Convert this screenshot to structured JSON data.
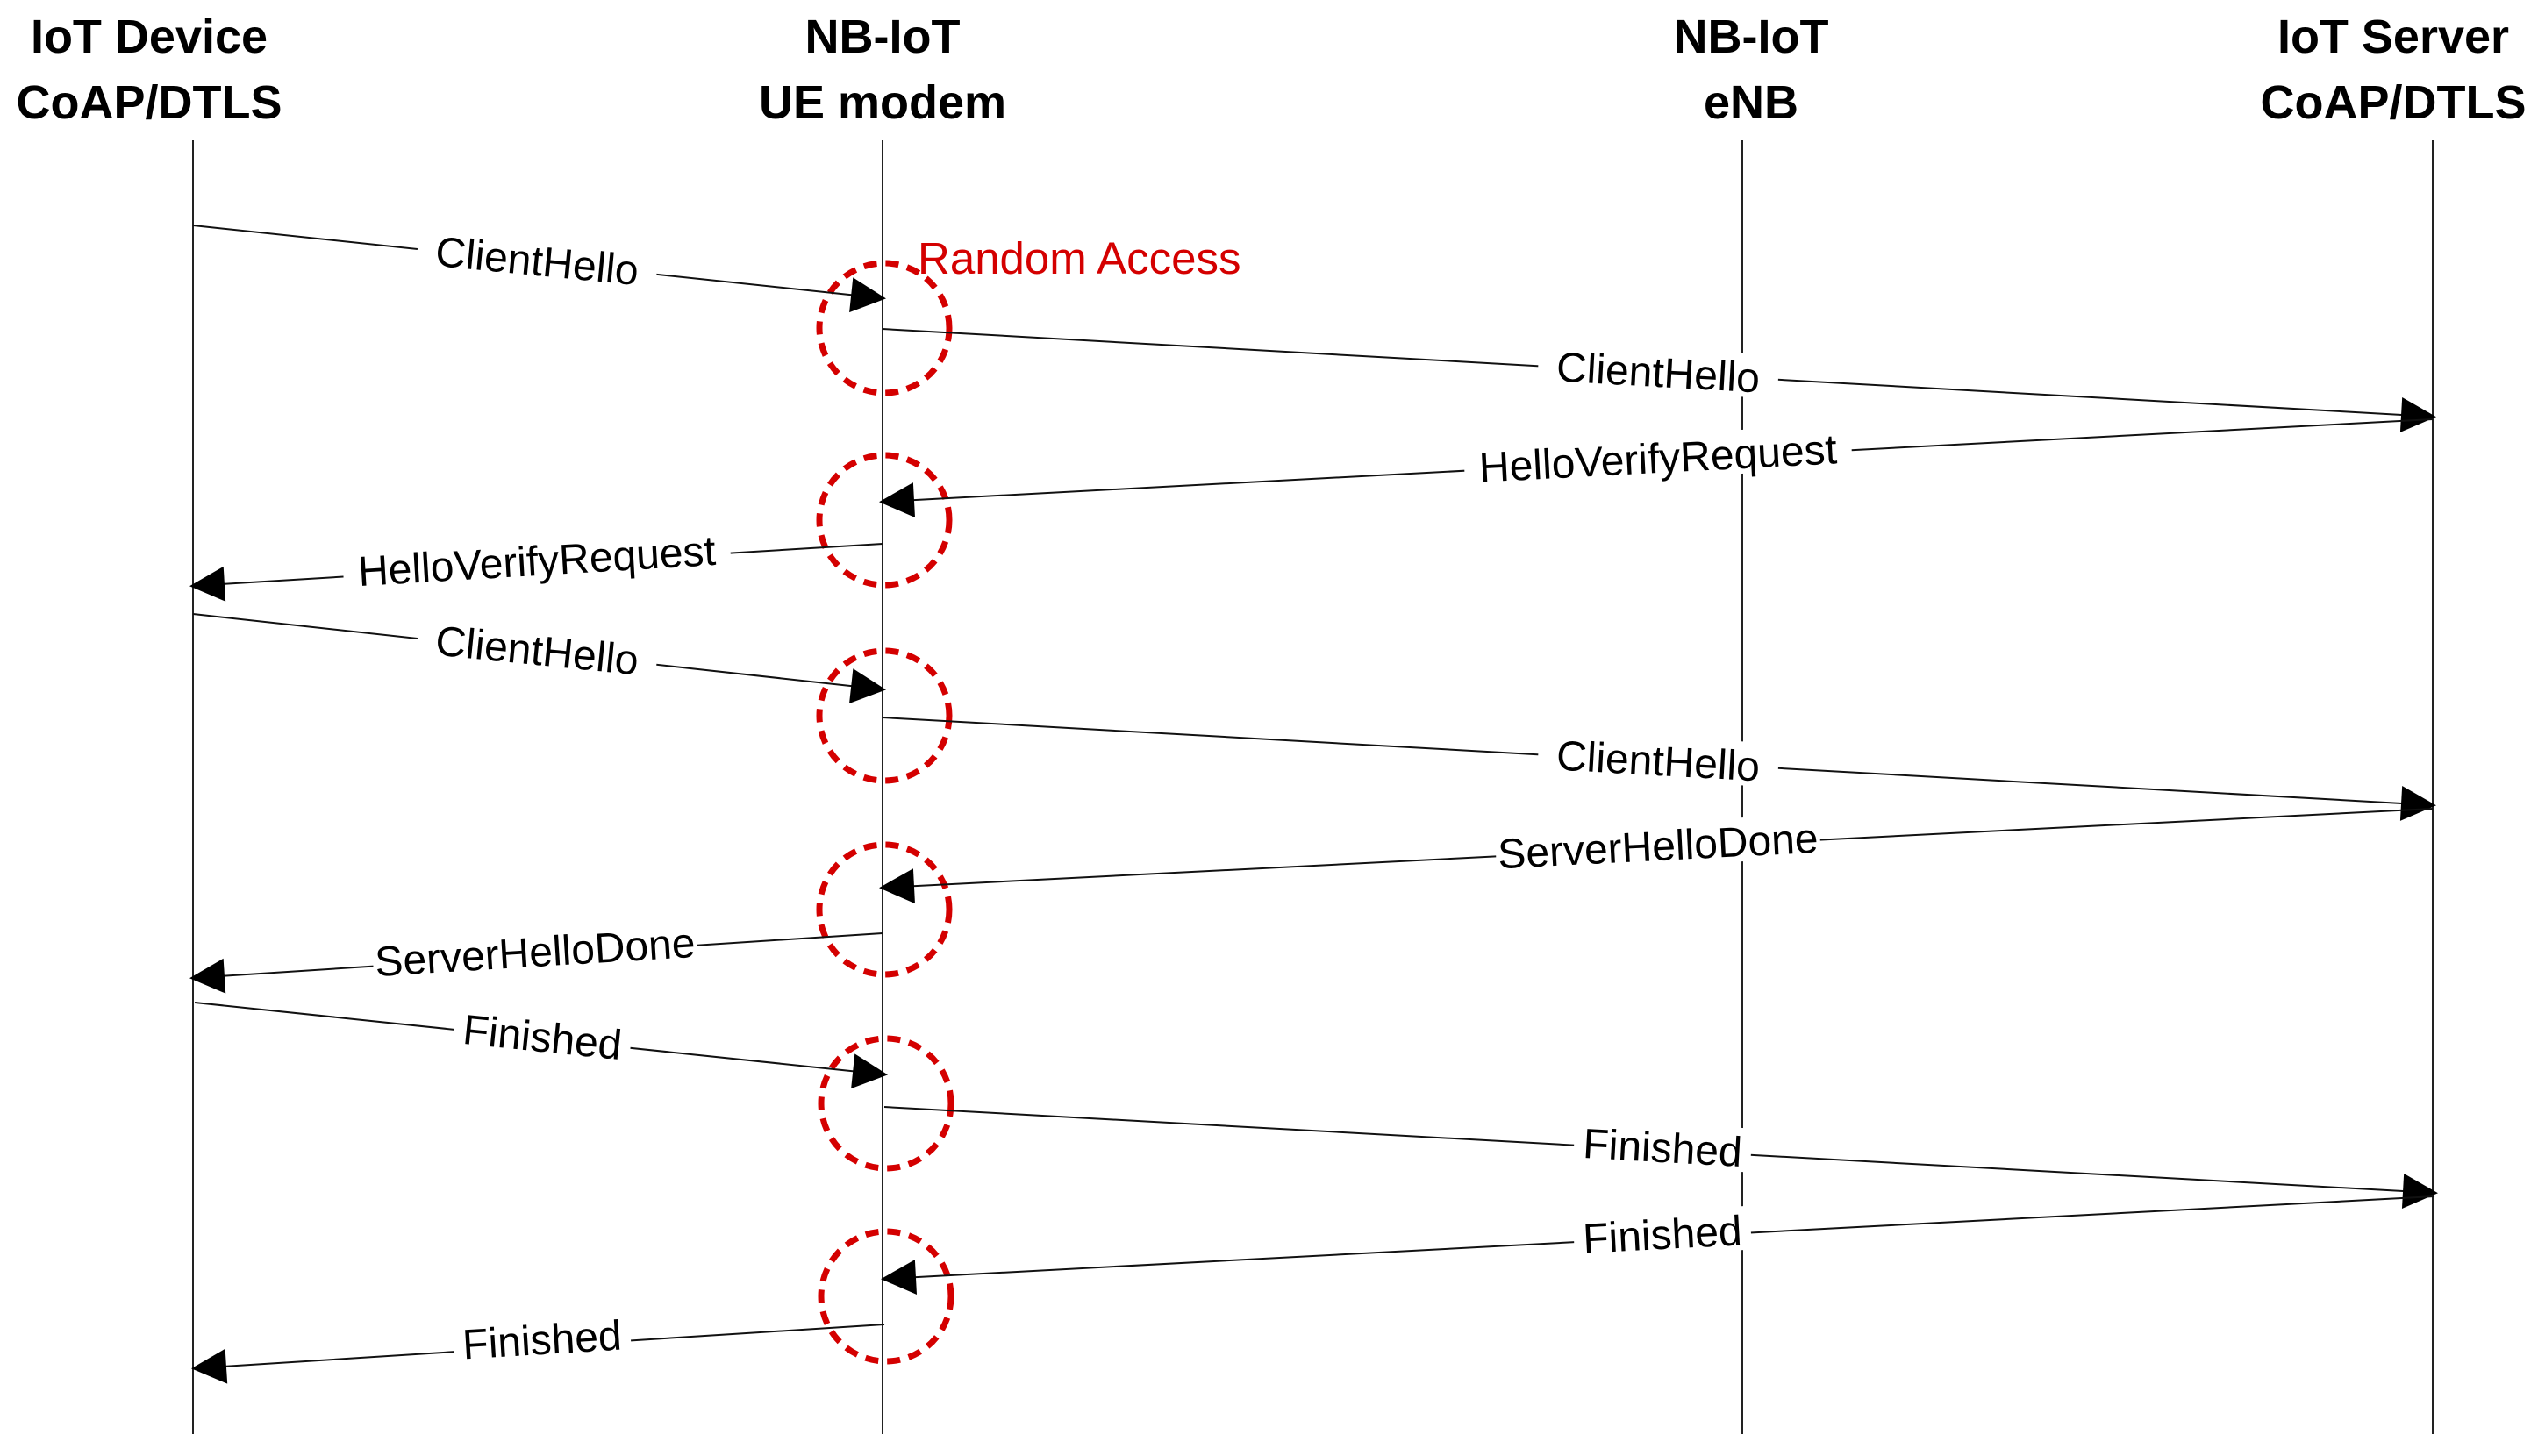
{
  "participants": [
    {
      "line1": "IoT Device",
      "line2": "CoAP/DTLS"
    },
    {
      "line1": "NB-IoT",
      "line2": "UE modem"
    },
    {
      "line1": "NB-IoT",
      "line2": "eNB"
    },
    {
      "line1": "IoT Server",
      "line2": "CoAP/DTLS"
    }
  ],
  "annotation": {
    "label": "Random Access",
    "color": "#d40000"
  },
  "messages": [
    {
      "label": "ClientHello",
      "from": "IoT Device",
      "to": "UE modem"
    },
    {
      "label": "ClientHello",
      "from": "UE modem",
      "to": "IoT Server"
    },
    {
      "label": "HelloVerifyRequest",
      "from": "IoT Server",
      "to": "UE modem"
    },
    {
      "label": "HelloVerifyRequest",
      "from": "UE modem",
      "to": "IoT Device"
    },
    {
      "label": "ClientHello",
      "from": "IoT Device",
      "to": "UE modem"
    },
    {
      "label": "ClientHello",
      "from": "UE modem",
      "to": "IoT Server"
    },
    {
      "label": "ServerHelloDone",
      "from": "IoT Server",
      "to": "UE modem"
    },
    {
      "label": "ServerHelloDone",
      "from": "UE modem",
      "to": "IoT Device"
    },
    {
      "label": "Finished",
      "from": "IoT Device",
      "to": "UE modem"
    },
    {
      "label": "Finished",
      "from": "UE modem",
      "to": "IoT Server"
    },
    {
      "label": "Finished",
      "from": "IoT Server",
      "to": "UE modem"
    },
    {
      "label": "Finished",
      "from": "UE modem",
      "to": "IoT Device"
    }
  ]
}
